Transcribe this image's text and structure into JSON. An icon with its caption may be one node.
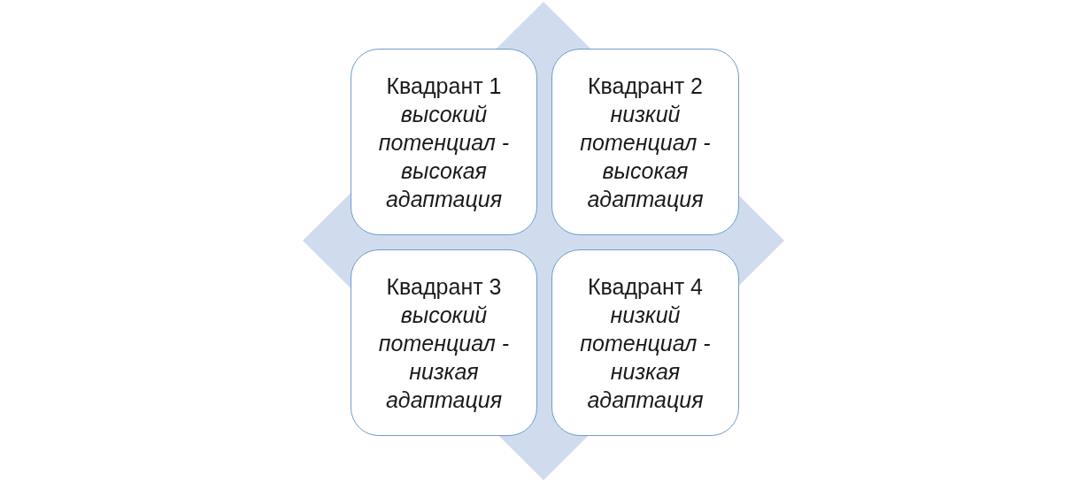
{
  "diagram": {
    "nodes": [
      {
        "text": [
          "Квадрант 1",
          "высокий потенциал - высокая адаптация"
        ]
      },
      {
        "text": [
          "Квадрант 2",
          "низкий потенциал - высокая адаптация"
        ]
      },
      {
        "text": [
          "Квадрант 3",
          "высокий потенциал - низкая адаптация"
        ]
      },
      {
        "text": [
          "Квадрант 4",
          "низкий потенциал - низкая адаптация"
        ]
      }
    ]
  }
}
